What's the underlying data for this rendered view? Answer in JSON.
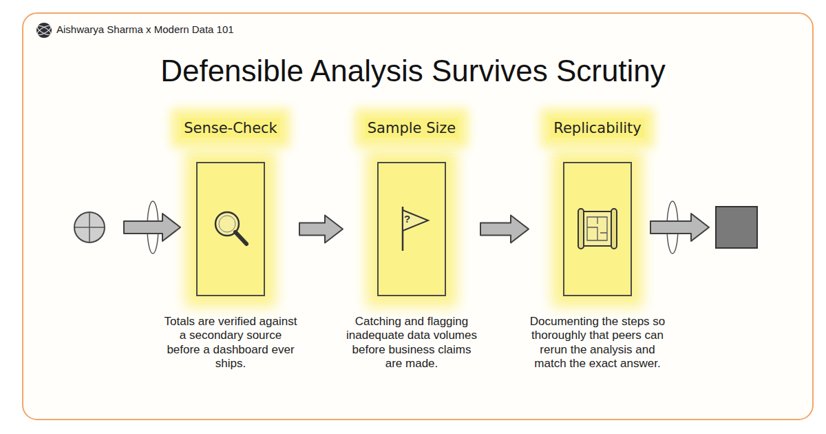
{
  "diagram": {
    "title": "Defensible Analysis Survives Scrutiny",
    "nodes": [
      {
        "text": [
          "Sense-Check",
          "Totals are verified against a secondary source before a dashboard ever ships."
        ]
      },
      {
        "text": [
          "Sample Size",
          "Catching and flagging inadequate data volumes before business claims are made."
        ]
      },
      {
        "text": [
          "Replicability",
          "Documenting the steps so thoroughly that peers can rerun the analysis and match the exact answer."
        ]
      }
    ],
    "edges": [
      {
        "from": 0,
        "to": 1,
        "arrow": "to"
      },
      {
        "from": 1,
        "to": 2,
        "arrow": "to"
      }
    ],
    "labels": [
      "Aishwarya Sharma x Modern Data 101",
      "?"
    ]
  }
}
